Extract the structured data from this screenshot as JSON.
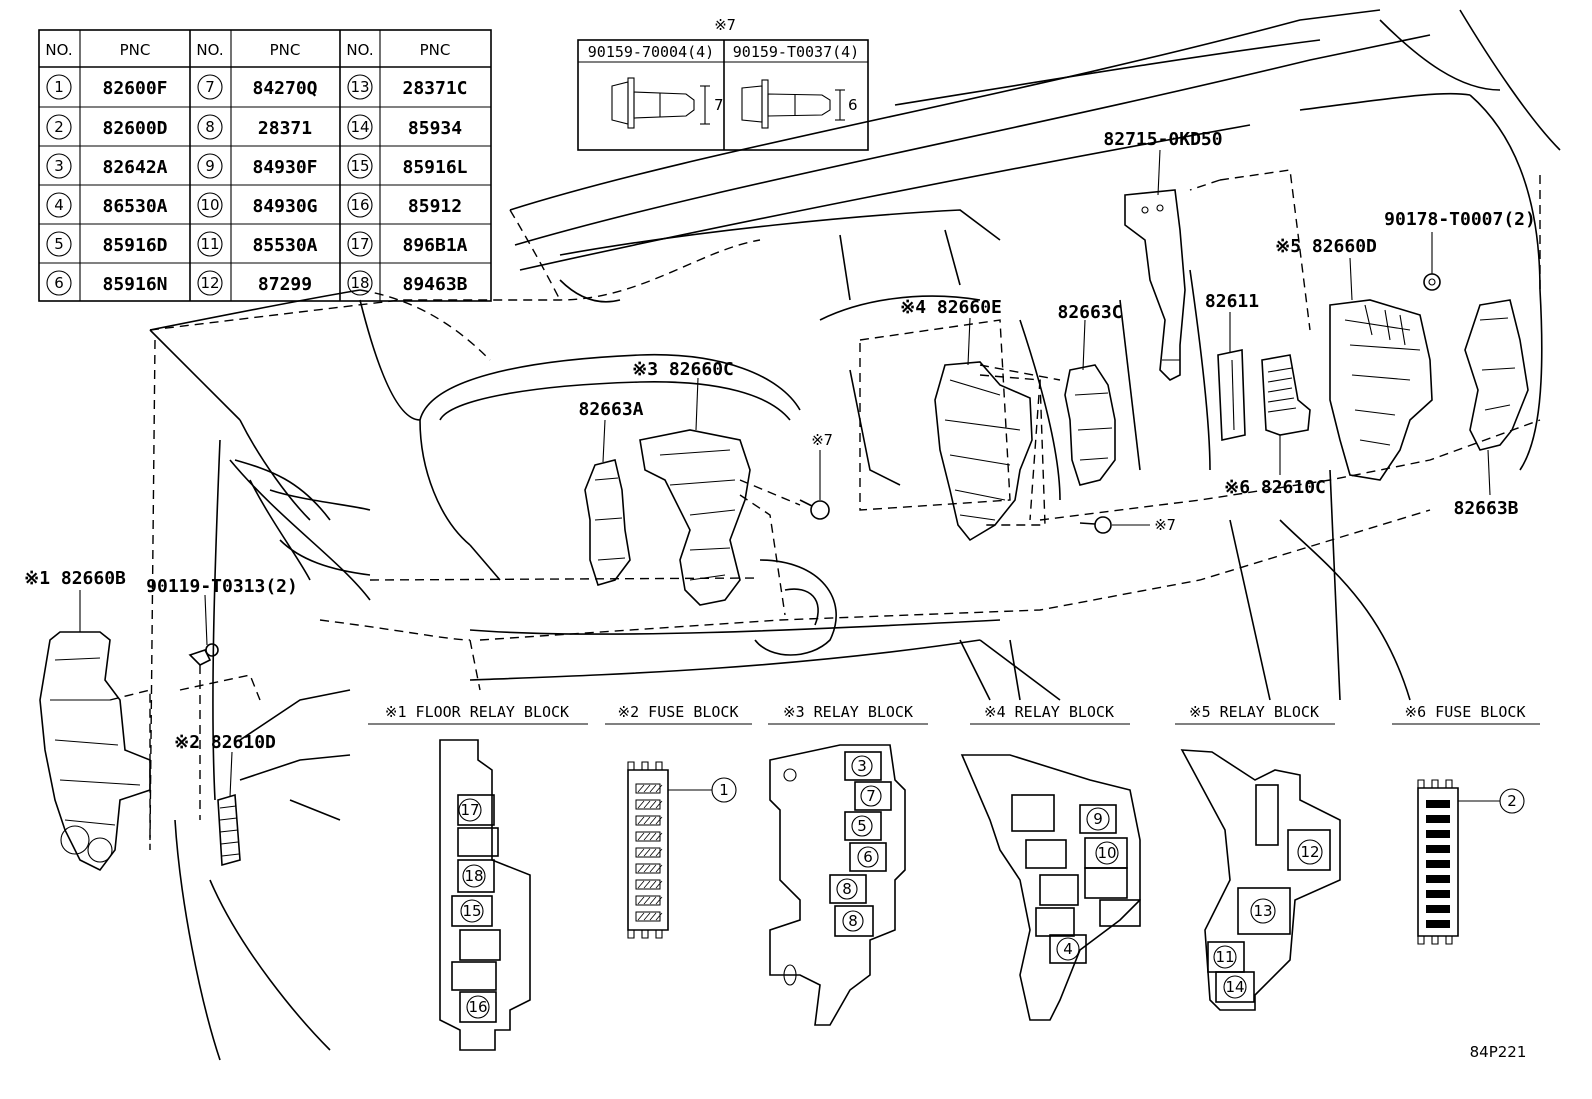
{
  "table": {
    "headers": [
      "NO.",
      "PNC",
      "NO.",
      "PNC",
      "NO.",
      "PNC"
    ],
    "rows": [
      [
        [
          "1",
          "82600F"
        ],
        [
          "7",
          "84270Q"
        ],
        [
          "13",
          "28371C"
        ]
      ],
      [
        [
          "2",
          "82600D"
        ],
        [
          "8",
          "28371"
        ],
        [
          "14",
          "85934"
        ]
      ],
      [
        [
          "3",
          "82642A"
        ],
        [
          "9",
          "84930F"
        ],
        [
          "15",
          "85916L"
        ]
      ],
      [
        [
          "4",
          "86530A"
        ],
        [
          "10",
          "84930G"
        ],
        [
          "16",
          "85912"
        ]
      ],
      [
        [
          "5",
          "85916D"
        ],
        [
          "11",
          "85530A"
        ],
        [
          "17",
          "896B1A"
        ]
      ],
      [
        [
          "6",
          "85916N"
        ],
        [
          "12",
          "87299"
        ],
        [
          "18",
          "89463B"
        ]
      ]
    ]
  },
  "bolt_inset": {
    "mark": "※7",
    "left_pn": "90159-70004(4)",
    "right_pn": "90159-T0037(4)",
    "left_dim": "7",
    "right_dim": "6"
  },
  "callouts": {
    "p82715": "82715-0KD50",
    "p90178": "90178-T0007(2)",
    "p82660D": "※5 82660D",
    "p82660E": "※4 82660E",
    "p82663C": "82663C",
    "p82611": "82611",
    "p82660C": "※3 82660C",
    "p82663A": "82663A",
    "mark7a": "※7",
    "mark7b": "※7",
    "p82610C": "※6 82610C",
    "p82663B": "82663B",
    "p82660B": "※1 82660B",
    "p90119": "90119-T0313(2)",
    "p82610D": "※2 82610D"
  },
  "block_titles": [
    "※1 FLOOR RELAY BLOCK",
    "※2 FUSE BLOCK",
    "※3 RELAY BLOCK",
    "※4 RELAY BLOCK",
    "※5 RELAY BLOCK",
    "※6 FUSE BLOCK"
  ],
  "block1_nums": [
    "17",
    "18",
    "15",
    "16"
  ],
  "block2_nums": [
    "1"
  ],
  "block3_nums": [
    "3",
    "7",
    "5",
    "6",
    "8",
    "8"
  ],
  "block4_nums": [
    "9",
    "10",
    "4"
  ],
  "block5_nums": [
    "12",
    "13",
    "11",
    "14"
  ],
  "block6_nums": [
    "2"
  ],
  "diagram_code": "84P221"
}
